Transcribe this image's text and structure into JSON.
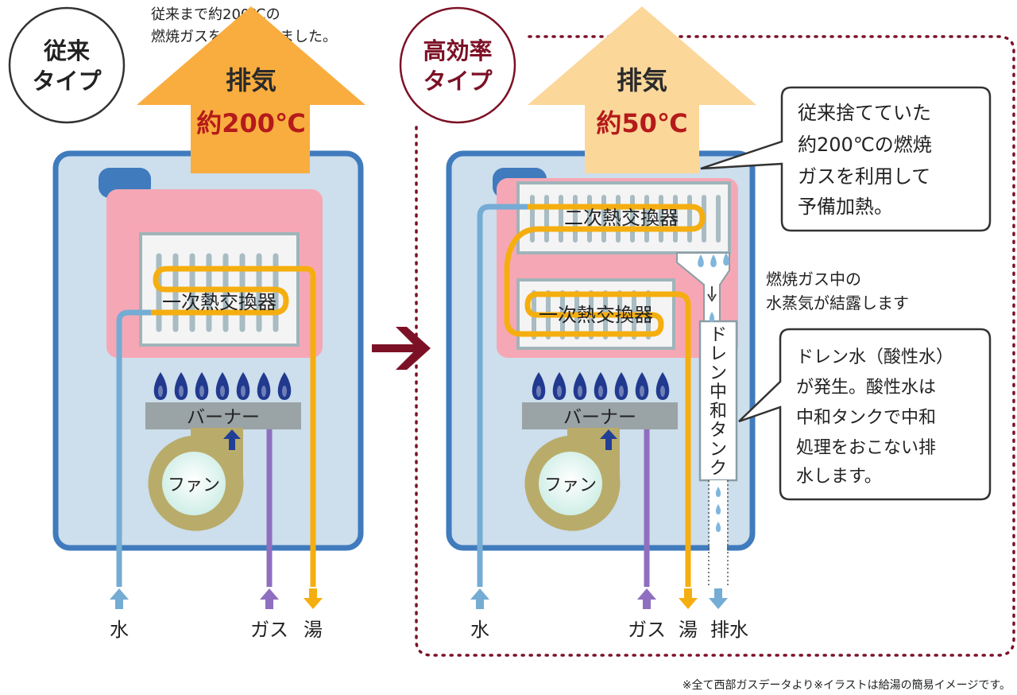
{
  "conventional": {
    "badge_line1": "従来",
    "badge_line2": "タイプ",
    "note_line1": "従来まで約200℃の",
    "note_line2": "燃焼ガスを捨てていました。",
    "exhaust_label": "排気",
    "exhaust_temp": "約200℃",
    "primary_exchanger": "一次熱交換器",
    "burner": "バーナー",
    "fan": "ファン",
    "io_water": "水",
    "io_gas": "ガス",
    "io_hot": "湯"
  },
  "high_efficiency": {
    "badge_line1": "高効率",
    "badge_line2": "タイプ",
    "exhaust_label": "排気",
    "exhaust_temp": "約50℃",
    "secondary_exchanger": "二次熱交換器",
    "primary_exchanger": "一次熱交換器",
    "burner": "バーナー",
    "fan": "ファン",
    "drain_tank": "ドレン中和タンク",
    "io_water": "水",
    "io_gas": "ガス",
    "io_hot": "湯",
    "io_drain": "排水"
  },
  "callouts": {
    "reuse": [
      "従来捨てていた",
      "約200℃の燃焼",
      "ガスを利用して",
      "予備加熱。"
    ],
    "condense": [
      "燃焼ガス中の",
      "水蒸気が結露します"
    ],
    "drain": [
      "ドレン水（酸性水）",
      "が発生。酸性水は",
      "中和タンクで中和",
      "処理をおこない排",
      "水します。"
    ]
  },
  "footnote": "※全て西部ガスデータより※イラストは給湯の簡易イメージです。",
  "colors": {
    "body_fill": "#cddeec",
    "body_stroke": "#3f7bbd",
    "hot_zone": "#f6a7b5",
    "exchanger_fill": "#f4f4f4",
    "exchanger_stroke": "#9fb4ba",
    "hot_pipe": "#f5ae10",
    "cold_pipe": "#74acd4",
    "gas_pipe": "#8f6fbf",
    "exhaust_hot": "#f9ad3f",
    "exhaust_cool": "#fbd79a",
    "exhaust_temp_text": "#b51a1a",
    "badge_conventional": "#333333",
    "badge_efficient": "#7c1126",
    "flame": "#213a8f",
    "burner": "#9aa3a5",
    "fan_ring": "#b9ac6a",
    "fan_center": "#dff2ee",
    "arrow_between": "#7c1126",
    "dotted_border": "#7c1126"
  }
}
